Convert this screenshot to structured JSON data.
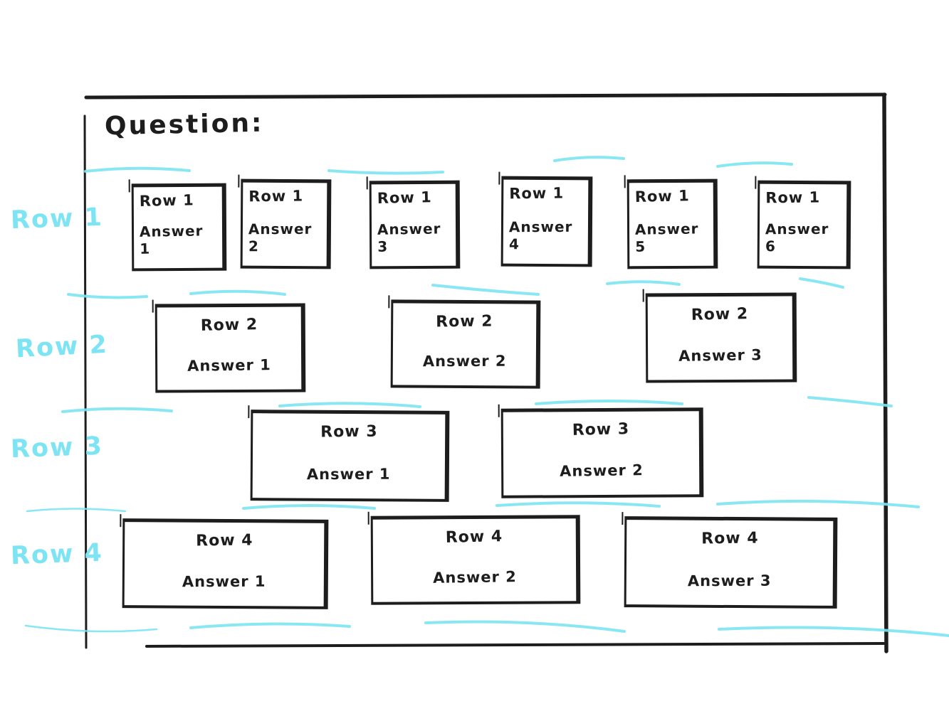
{
  "title": "Question:",
  "colors": {
    "accent": "#7ce4f2",
    "ink": "#1d1d1d"
  },
  "row_annotations": [
    "Row 1",
    "Row 2",
    "Row 3",
    "Row 4"
  ],
  "rows": [
    {
      "annotation": "Row 1",
      "answers": [
        {
          "row_label": "Row 1",
          "answer_label": "Answer 1"
        },
        {
          "row_label": "Row 1",
          "answer_label": "Answer 2"
        },
        {
          "row_label": "Row 1",
          "answer_label": "Answer 3"
        },
        {
          "row_label": "Row 1",
          "answer_label": "Answer 4"
        },
        {
          "row_label": "Row 1",
          "answer_label": "Answer 5"
        },
        {
          "row_label": "Row 1",
          "answer_label": "Answer 6"
        }
      ]
    },
    {
      "annotation": "Row 2",
      "answers": [
        {
          "row_label": "Row 2",
          "answer_label": "Answer 1"
        },
        {
          "row_label": "Row 2",
          "answer_label": "Answer 2"
        },
        {
          "row_label": "Row 2",
          "answer_label": "Answer 3"
        }
      ]
    },
    {
      "annotation": "Row 3",
      "answers": [
        {
          "row_label": "Row 3",
          "answer_label": "Answer 1"
        },
        {
          "row_label": "Row 3",
          "answer_label": "Answer 2"
        }
      ]
    },
    {
      "annotation": "Row 4",
      "answers": [
        {
          "row_label": "Row 4",
          "answer_label": "Answer 1"
        },
        {
          "row_label": "Row 4",
          "answer_label": "Answer 2"
        },
        {
          "row_label": "Row 4",
          "answer_label": "Answer 3"
        }
      ]
    }
  ]
}
